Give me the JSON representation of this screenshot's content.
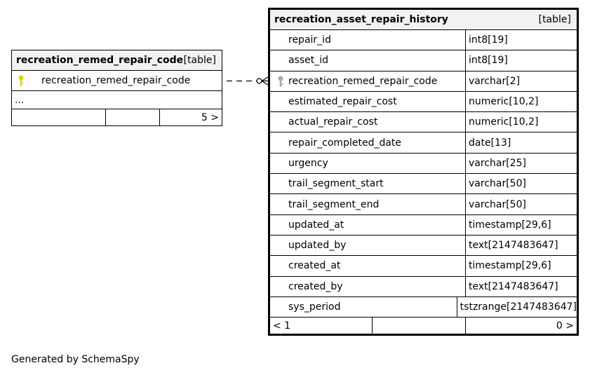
{
  "left_table": {
    "name": "recreation_remed_repair_code",
    "kind": "[table]",
    "columns": [
      {
        "name": "recreation_remed_repair_code",
        "key": "primary"
      }
    ],
    "ellipsis": "...",
    "footer": {
      "parents": "",
      "middle": "",
      "children": "5 >"
    }
  },
  "right_table": {
    "name": "recreation_asset_repair_history",
    "kind": "[table]",
    "columns": [
      {
        "name": "repair_id",
        "type": "int8[19]"
      },
      {
        "name": "asset_id",
        "type": "int8[19]"
      },
      {
        "name": "recreation_remed_repair_code",
        "type": "varchar[2]",
        "key": "foreign"
      },
      {
        "name": "estimated_repair_cost",
        "type": "numeric[10,2]"
      },
      {
        "name": "actual_repair_cost",
        "type": "numeric[10,2]"
      },
      {
        "name": "repair_completed_date",
        "type": "date[13]"
      },
      {
        "name": "urgency",
        "type": "varchar[25]"
      },
      {
        "name": "trail_segment_start",
        "type": "varchar[50]"
      },
      {
        "name": "trail_segment_end",
        "type": "varchar[50]"
      },
      {
        "name": "updated_at",
        "type": "timestamp[29,6]"
      },
      {
        "name": "updated_by",
        "type": "text[2147483647]"
      },
      {
        "name": "created_at",
        "type": "timestamp[29,6]"
      },
      {
        "name": "created_by",
        "type": "text[2147483647]"
      },
      {
        "name": "sys_period",
        "type": "tstzrange[2147483647]"
      }
    ],
    "footer": {
      "parents": "< 1",
      "middle": "",
      "children": "0 >"
    }
  },
  "footer_text": "Generated by SchemaSpy",
  "colors": {
    "primary_key": "#e6d200",
    "foreign_key": "#aaaaaa",
    "header_bg": "#f2f2f2"
  }
}
